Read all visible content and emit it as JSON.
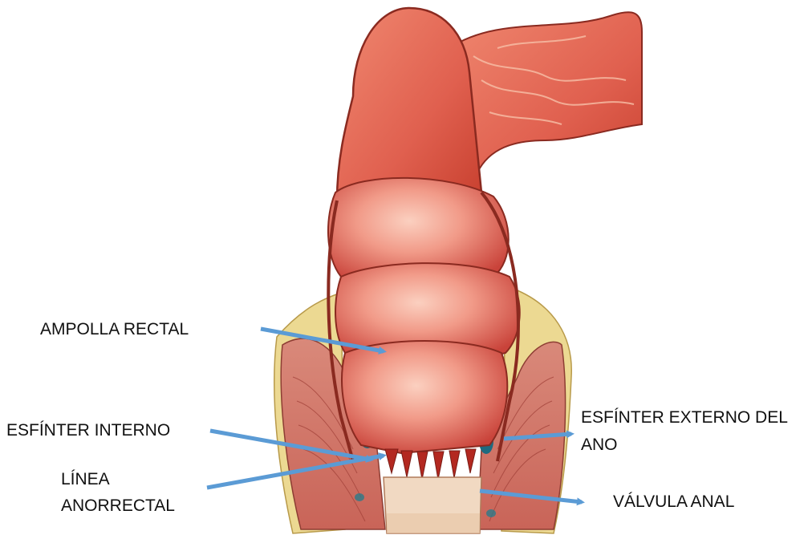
{
  "labels": {
    "ampolla_rectal": "AMPOLLA RECTAL",
    "esfinter_interno": "ESFÍNTER INTERNO",
    "linea_anorrectal_line1": "LÍNEA",
    "linea_anorrectal_line2": "ANORRECTAL",
    "esfinter_externo_line1": "ESFÍNTER EXTERNO DEL",
    "esfinter_externo_line2": "ANO",
    "valvula_anal": "VÁLVULA ANAL"
  },
  "colors": {
    "arrow": "#5b9bd5",
    "tissue_light": "#f2a590",
    "tissue_mid": "#e06a5a",
    "tissue_dark": "#b8332b",
    "fat": "#e8d48a",
    "canal": "#f0d8c0",
    "vein": "#1e6a80"
  }
}
